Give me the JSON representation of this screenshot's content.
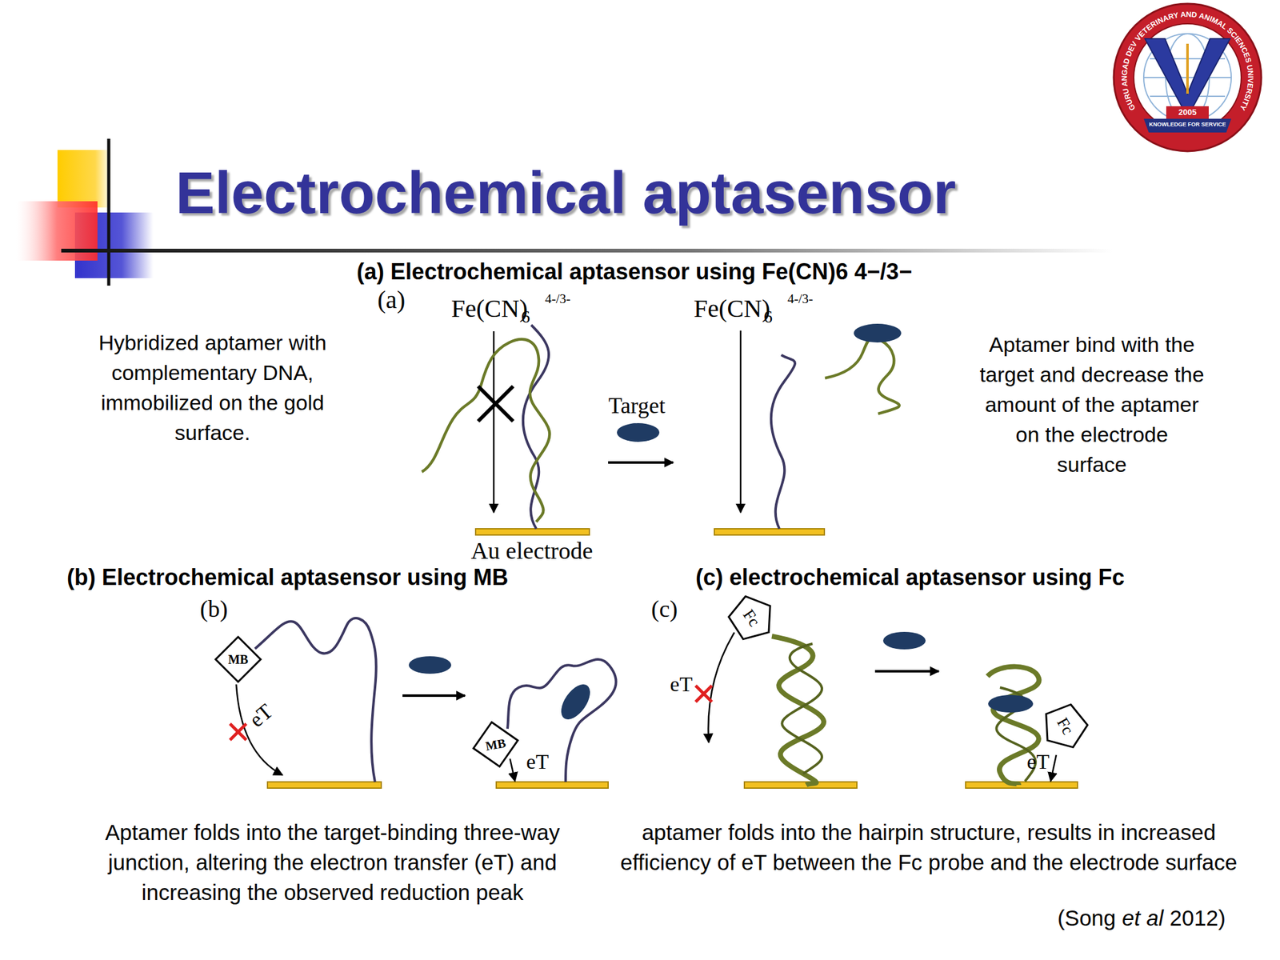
{
  "diagram": {
    "title": "Electrochemical aptasensor",
    "nodes": [
      {
        "text": [
          "MB"
        ]
      },
      {
        "text": [
          "MB"
        ]
      },
      {
        "text": [
          "Fc"
        ]
      },
      {
        "text": [
          "Fc"
        ]
      }
    ],
    "labels": [
      "(a) Electrochemical aptasensor using Fe(CN)6 4−/3−",
      "(a)",
      "Fe(CN)",
      "6",
      "4-/3-",
      "Fe(CN)",
      "6",
      "4-/3-",
      "Hybridized aptamer with complementary DNA, immobilized on the gold surface.",
      "Target",
      "Au electrode",
      "Aptamer bind with the target and decrease the amount of the aptamer on the electrode surface",
      "(b) Electrochemical aptasensor using MB",
      "(c) electrochemical aptasensor using Fc",
      "(b)",
      "eT",
      "eT",
      "(c)",
      "eT",
      "eT",
      "Aptamer folds into the target-binding three-way junction, altering the electron transfer (eT) and increasing the observed reduction peak",
      "aptamer folds into the hairpin structure, results in increased efficiency of eT between the Fc probe and the electrode surface",
      "(Song",
      "et al",
      "2012)",
      "GURU ANGAD DEV VETERINARY AND ANIMAL SCIENCES UNIVERSITY",
      "2005",
      "KNOWLEDGE FOR SERVICE"
    ]
  }
}
